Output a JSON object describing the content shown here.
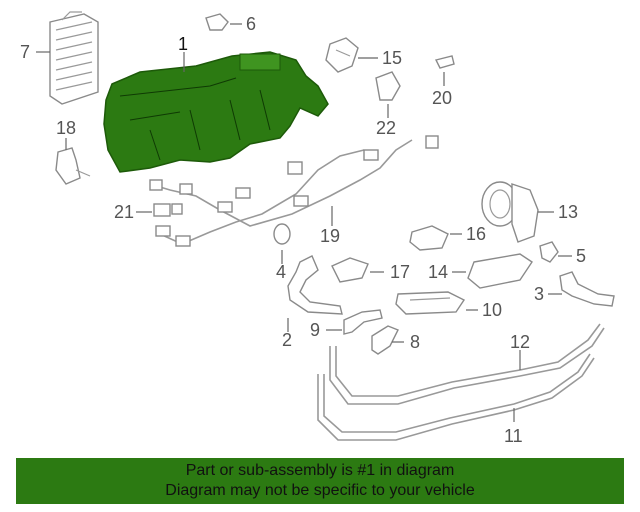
{
  "diagram": {
    "highlight_color": "#2c7a12",
    "callouts": [
      {
        "id": "1",
        "label": "1"
      },
      {
        "id": "2",
        "label": "2"
      },
      {
        "id": "3",
        "label": "3"
      },
      {
        "id": "4",
        "label": "4"
      },
      {
        "id": "5",
        "label": "5"
      },
      {
        "id": "6",
        "label": "6"
      },
      {
        "id": "7",
        "label": "7"
      },
      {
        "id": "8",
        "label": "8"
      },
      {
        "id": "9",
        "label": "9"
      },
      {
        "id": "10",
        "label": "10"
      },
      {
        "id": "11",
        "label": "11"
      },
      {
        "id": "12",
        "label": "12"
      },
      {
        "id": "13",
        "label": "13"
      },
      {
        "id": "14",
        "label": "14"
      },
      {
        "id": "15",
        "label": "15"
      },
      {
        "id": "16",
        "label": "16"
      },
      {
        "id": "17",
        "label": "17"
      },
      {
        "id": "18",
        "label": "18"
      },
      {
        "id": "19",
        "label": "19"
      },
      {
        "id": "20",
        "label": "20"
      },
      {
        "id": "21",
        "label": "21"
      },
      {
        "id": "22",
        "label": "22"
      }
    ]
  },
  "banner": {
    "line1": "Part or sub-assembly is #1 in diagram",
    "line2": "Diagram may not be specific to your vehicle",
    "background": "#2c7a12"
  }
}
